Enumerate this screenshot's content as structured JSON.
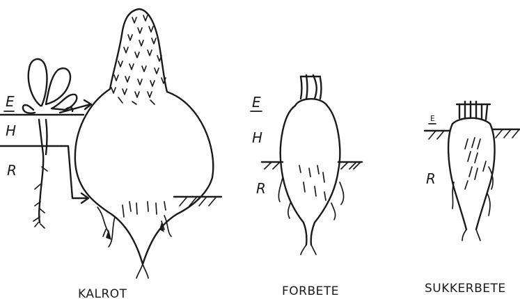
{
  "captions": {
    "kalrot": "KALROT",
    "forbete": "FORBETE",
    "sukkerbete": "SUKKERBETE"
  },
  "zone_labels": {
    "kalrot": {
      "e": "E",
      "h": "H",
      "r": "R"
    },
    "forbete": {
      "e": "E",
      "h": "H",
      "r": "R"
    },
    "sukkerbete": {
      "e": "E",
      "r": "R"
    }
  },
  "colors": {
    "ink": "#1a1a1a",
    "paper": "#ffffff"
  }
}
